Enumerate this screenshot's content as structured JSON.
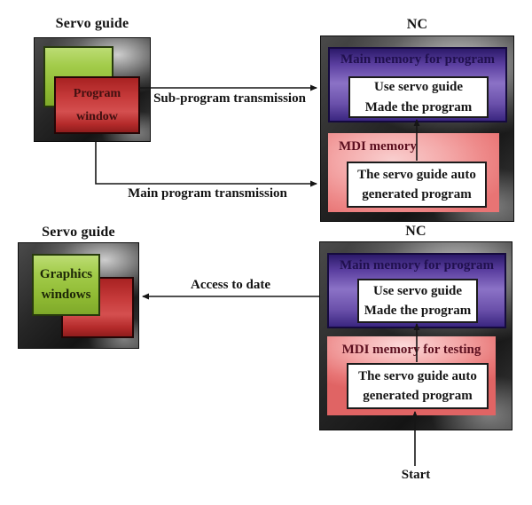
{
  "colors": {
    "accent_purple": "#8b72c6",
    "accent_pink": "#f09898",
    "accent_green": "#9cc742",
    "accent_red": "#c23636",
    "frame_gray": "#3a3a3a",
    "line_black": "#161616"
  },
  "servo_guide_top": {
    "title": "Servo guide",
    "program_window": {
      "line1": "Program",
      "line2": "window"
    }
  },
  "nc_top": {
    "title": "NC",
    "main_memory": {
      "label": "Main memory for program",
      "content_line1": "Use servo guide",
      "content_line2": "Made the program"
    },
    "mdi": {
      "label": "MDI memory",
      "content_line1": "The servo guide auto",
      "content_line2": "generated program"
    }
  },
  "servo_guide_bottom": {
    "title": "Servo guide",
    "graphics_window": {
      "line1": "Graphics",
      "line2": "windows"
    }
  },
  "nc_bottom": {
    "title": "NC",
    "main_memory": {
      "label": "Main memory for program",
      "content_line1": "Use servo guide",
      "content_line2": "Made the program"
    },
    "mdi": {
      "label": "MDI memory for testing",
      "content_line1": "The servo guide auto",
      "content_line2": "generated program"
    }
  },
  "arrows": {
    "sub_program": "Sub-program transmission",
    "main_program": "Main program transmission",
    "access_to_date": "Access to date",
    "start": "Start"
  }
}
